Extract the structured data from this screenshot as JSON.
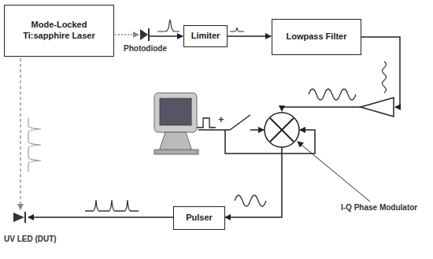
{
  "diagram": {
    "nodes": [
      {
        "text": [
          "Mode-Locked Ti:sapphire Laser"
        ]
      },
      {
        "text": [
          "Limiter"
        ]
      },
      {
        "text": [
          "Lowpass Filter"
        ]
      },
      {
        "text": [
          "Pulser"
        ]
      }
    ],
    "edges": [
      {
        "from": 1,
        "to": 2,
        "arrow": "to"
      }
    ],
    "labels": [
      "Photodiode",
      "+",
      "I-Q Phase Modulator",
      "UV LED (DUT)"
    ]
  }
}
